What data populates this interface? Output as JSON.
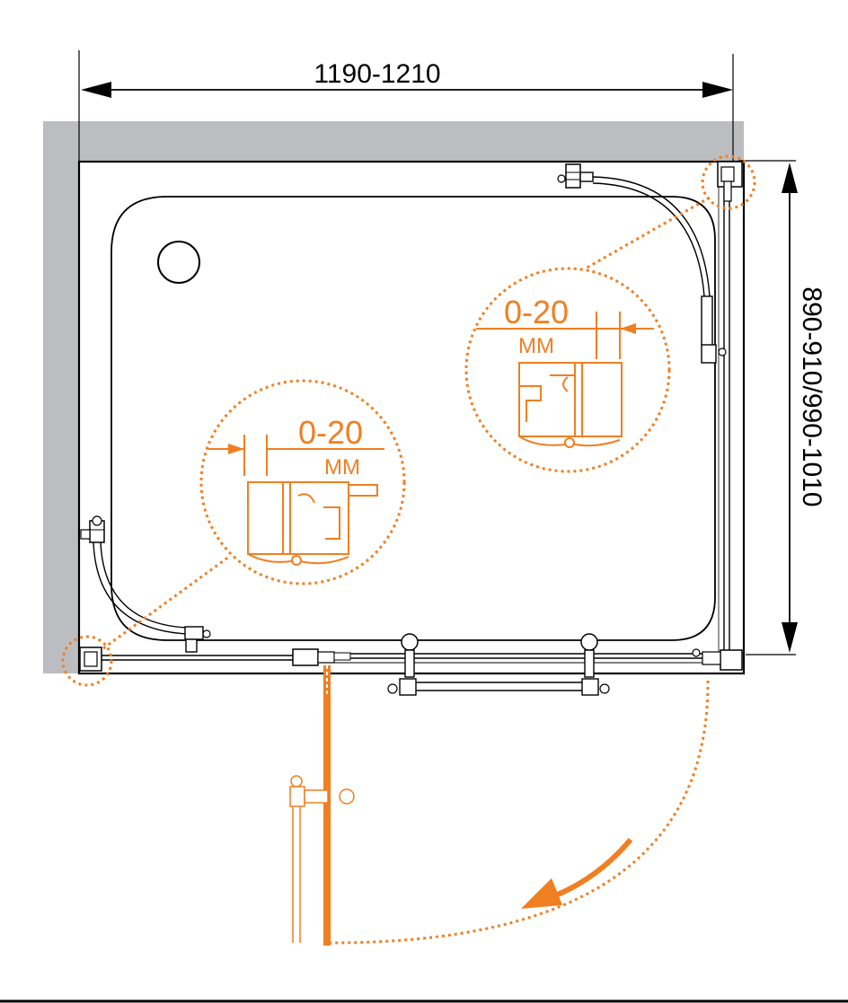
{
  "dimensions": {
    "width_label": "1190-1210",
    "height_label": "890-910/990-1010"
  },
  "callouts": {
    "upper_right": {
      "range": "0-20",
      "unit": "MM"
    },
    "lower_left": {
      "range": "0-20",
      "unit": "MM"
    }
  },
  "colors": {
    "accent": "#f07f22",
    "wall": "#bcbdc0",
    "line": "#000000"
  }
}
